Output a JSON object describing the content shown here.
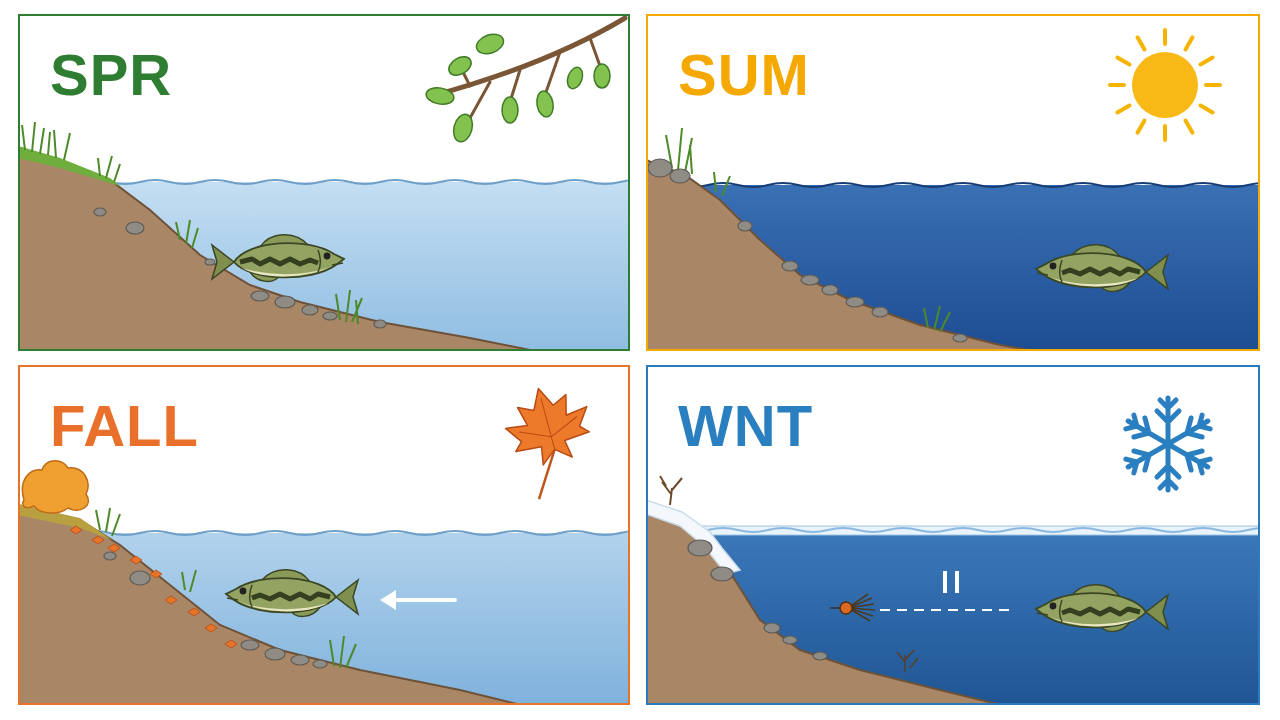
{
  "diagram": {
    "nodes": [
      {
        "text": [
          "SPR"
        ]
      },
      {
        "text": [
          "SUM"
        ]
      },
      {
        "text": [
          "FALL"
        ]
      },
      {
        "text": [
          "WNT"
        ]
      }
    ]
  }
}
